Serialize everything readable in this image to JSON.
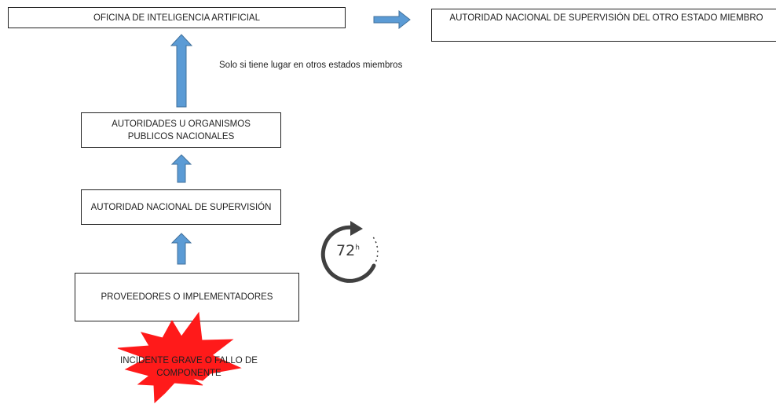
{
  "diagram": {
    "boxes": {
      "ai_office": "OFICINA DE INTELIGENCIA ARTIFICIAL",
      "other_state_authority": "AUTORIDAD NACIONAL  DE SUPERVISIÓN DEL OTRO ESTADO MIEMBRO",
      "public_bodies": "AUTORIDADES U ORGANISMOS PUBLICOS NACIONALES",
      "national_authority": "AUTORIDAD NACIONAL  DE SUPERVISIÓN",
      "providers": "PROVEEDORES O IMPLEMENTADORES"
    },
    "note": "Solo si tiene lugar en otros estados miembros",
    "incident_label": "INCIDENTE GRAVE O FALLO DE COMPONENTE",
    "timer": {
      "value": "72",
      "unit": "h",
      "icon": "clock-72h-icon"
    },
    "colors": {
      "arrow_fill": "#5b9bd5",
      "arrow_stroke": "#41719c",
      "burst": "#ff1a1a",
      "box_border": "#222222",
      "clock": "#404040"
    }
  }
}
